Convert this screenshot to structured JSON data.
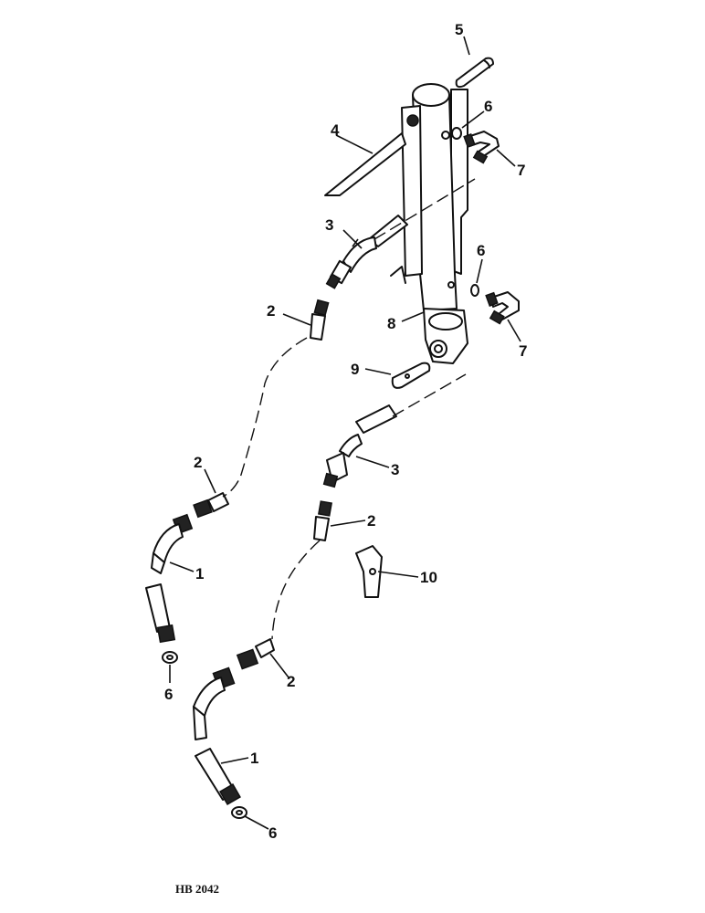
{
  "callouts": {
    "c5": "5",
    "c6a": "6",
    "c4": "4",
    "c7a": "7",
    "c3a": "3",
    "c6b": "6",
    "c2a": "2",
    "c8": "8",
    "c7b": "7",
    "c9": "9",
    "c2b": "2",
    "c3b": "3",
    "c2c": "2",
    "c1a": "1",
    "c10": "10",
    "c6c": "6",
    "c2d": "2",
    "c1b": "1",
    "c6d": "6"
  },
  "footer": {
    "code": "HB 2042"
  }
}
